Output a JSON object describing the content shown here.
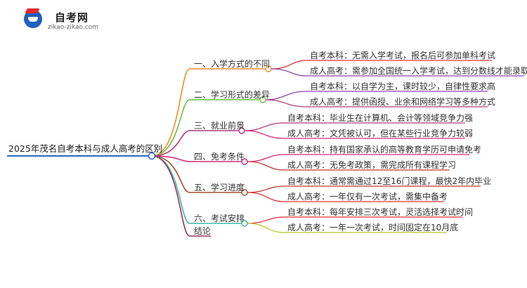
{
  "logo": {
    "title": "自考网",
    "url": "zikao-zikao.com"
  },
  "root": {
    "label": "2025年茂名自考本科与成人高考的区别"
  },
  "branches": [
    {
      "label": "一、入学方式的不同",
      "color": "#f28c28",
      "leaves": [
        "自考本科：无需入学考试，报名后可参加单科考试",
        "成人高考：需参加全国统一入学考试，达到分数线才能录取"
      ]
    },
    {
      "label": "二、学习形式的差异",
      "color": "#6cbf45",
      "leaves": [
        "自考本科：以自学为主，课时较少，自律性要求高",
        "成人高考：提供函授、业余和网络学习等多种方式"
      ]
    },
    {
      "label": "三、就业前景",
      "color": "#b03a7a",
      "leaves": [
        "自考本科：毕业生在计算机、会计等领域竞争力强",
        "成人高考：文凭被认可，但在某些行业竞争力较弱"
      ]
    },
    {
      "label": "四、免考条件",
      "color": "#d6257a",
      "leaves": [
        "自考本科：持有国家承认的高等教育学历可申请免考",
        "成人高考：无免考政策，需完成所有课程学习"
      ]
    },
    {
      "label": "五、学习进度",
      "color": "#a0522d",
      "leaves": [
        "自考本科：通常需通过12至16门课程，最快2年内毕业",
        "成人高考：一年仅有一次考试，需集中备考"
      ]
    },
    {
      "label": "六、考试安排",
      "color": "#3ab7a0",
      "leaves": [
        "自考本科：每年安排三次考试，灵活选择考试时间",
        "成人高考：一年一次考试，时间固定在10月底"
      ]
    },
    {
      "label": "结论",
      "color": "#9b2f5c",
      "leaves": []
    }
  ],
  "leaf_colors": [
    "#e03030",
    "#8e44ad",
    "#b03a7a",
    "#d6257a",
    "#c0392b",
    "#e03030",
    "#b8c62a",
    "#7e3fa0"
  ],
  "root_color": "#2a6cc0"
}
